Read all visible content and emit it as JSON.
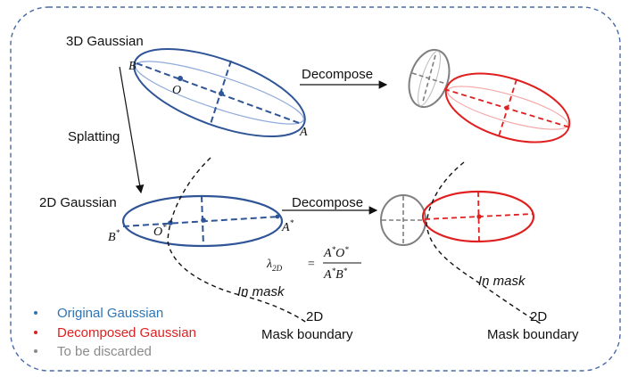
{
  "labels": {
    "gaussian_3d": "3D Gaussian",
    "splatting": "Splatting",
    "gaussian_2d": "2D Gaussian",
    "decompose_top": "Decompose",
    "decompose_bottom": "Decompose",
    "in_mask_left": "In mask",
    "in_mask_right": "In mask",
    "mask_boundary_left_line1": "2D",
    "mask_boundary_left_line2": "Mask boundary",
    "mask_boundary_right_line1": "2D",
    "mask_boundary_right_line2": "Mask boundary"
  },
  "points": {
    "a": "A",
    "b": "B",
    "o": "O",
    "a_star": "A",
    "b_star": "B",
    "o_star": "O",
    "star": "*"
  },
  "formula": {
    "lambda": "λ",
    "subscript": "2D",
    "equals": "=",
    "numerator_a": "A",
    "numerator_o": "O",
    "denominator_a": "A",
    "denominator_b": "B",
    "star": "*"
  },
  "legend": [
    {
      "text": "Original Gaussian",
      "color": "#2e75b6"
    },
    {
      "text": "Decomposed Gaussian",
      "color": "#e02020"
    },
    {
      "text": "To be discarded",
      "color": "#8a8a8a"
    }
  ],
  "colors": {
    "original": "#2f5597",
    "decomposed": "#e02020",
    "discarded": "#7f7f7f",
    "frame": "#4a6aa5"
  }
}
